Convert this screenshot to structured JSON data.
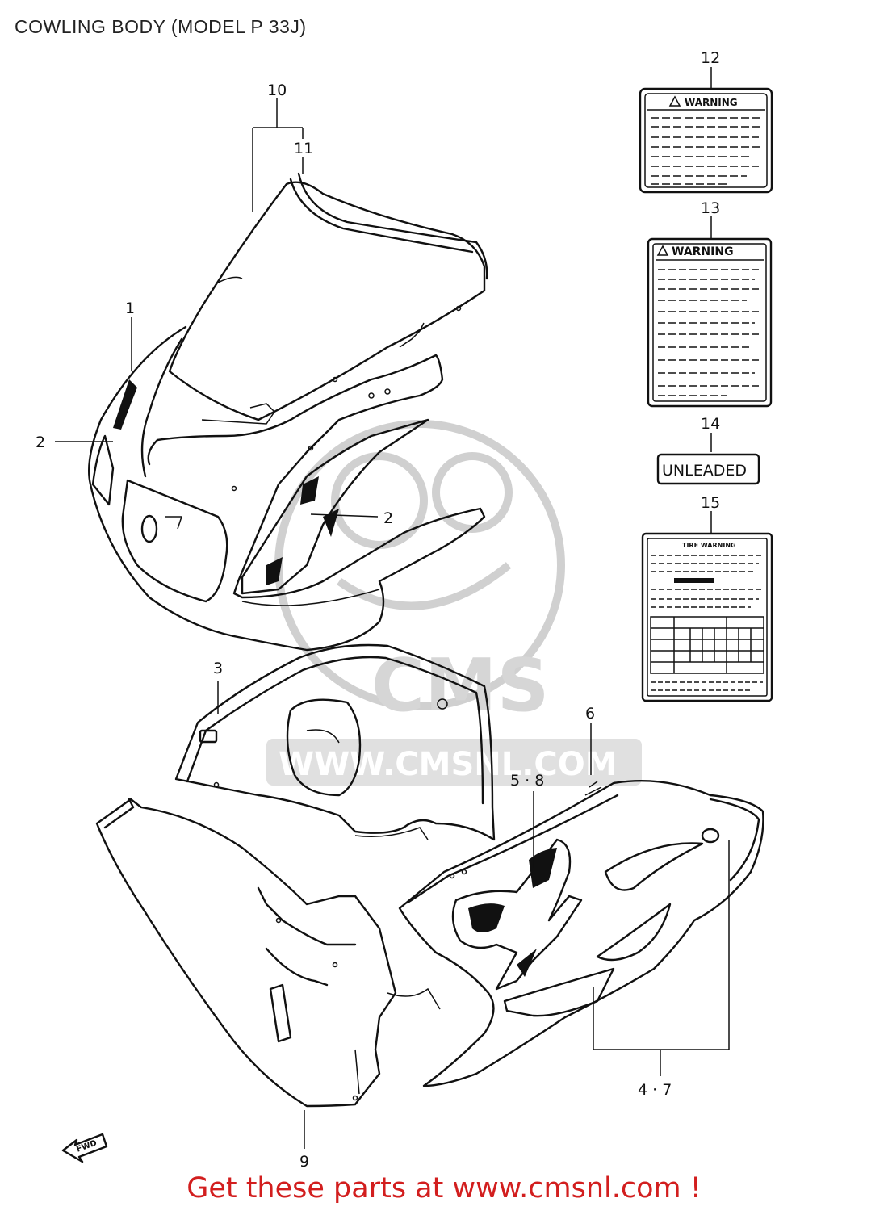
{
  "page": {
    "subtitle": "COWLING BODY (MODEL P 33J)",
    "footer": "Get these parts at www.cmsnl.com !"
  },
  "watermark": {
    "logo_text": "CMS",
    "url_text": "WWW.CMSNL.COM"
  },
  "callouts": {
    "c1": "1",
    "c2a": "2",
    "c2b": "2",
    "c3": "3",
    "c4_7": "4 · 7",
    "c5_8": "5 · 8",
    "c6": "6",
    "c9": "9",
    "c10": "10",
    "c11": "11",
    "c12": "12",
    "c13": "13",
    "c14": "14",
    "c15": "15"
  },
  "labels": {
    "warning12": "WARNING",
    "warning13": "WARNING",
    "unleaded": "UNLEADED",
    "tire_warning": "TIRE WARNING",
    "fwd": "FWD"
  },
  "colors": {
    "footer": "#d21e1e",
    "line": "#111111",
    "watermark": "#d0d0d0"
  }
}
